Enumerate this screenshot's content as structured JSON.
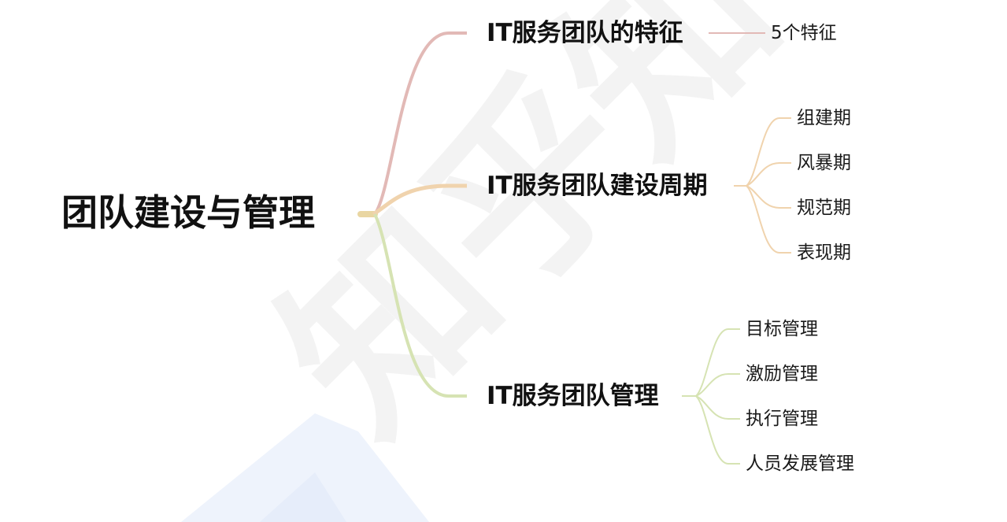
{
  "root": {
    "label": "团队建设与管理"
  },
  "branches": [
    {
      "label": "IT服务团队的特征",
      "color": "#e2b9b6",
      "children": [
        "5个特征"
      ]
    },
    {
      "label": "IT服务团队建设周期",
      "color": "#f0d3ad",
      "children": [
        "组建期",
        "风暴期",
        "规范期",
        "表现期"
      ]
    },
    {
      "label": "IT服务团队管理",
      "color": "#d6e3b3",
      "children": [
        "目标管理",
        "激励管理",
        "执行管理",
        "人员发展管理"
      ]
    }
  ],
  "watermark": {
    "text": "知乎知学",
    "color": "#f2f2f2",
    "accent_color": "#edf2fc"
  }
}
